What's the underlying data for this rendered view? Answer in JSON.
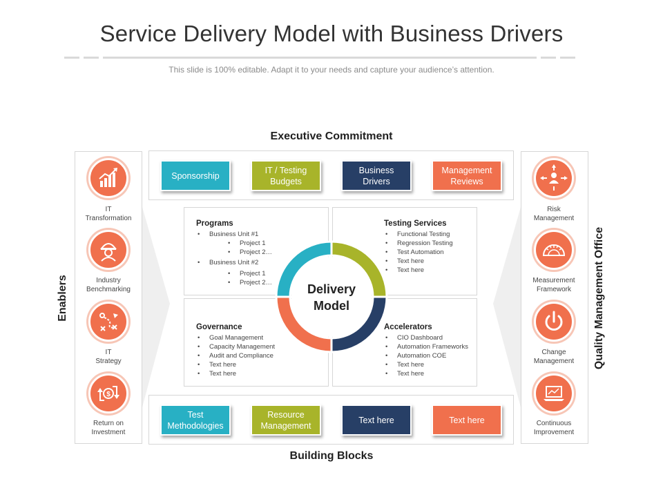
{
  "header": {
    "title": "Service Delivery Model with Business Drivers",
    "subtitle": "This slide is 100% editable. Adapt it to your needs and capture your audience’s attention."
  },
  "top": {
    "label": "Executive Commitment",
    "tiles": [
      "Sponsorship",
      "IT / Testing\nBudgets",
      "Business\nDrivers",
      "Management\nReviews"
    ]
  },
  "bottom": {
    "label": "Building Blocks",
    "tiles": [
      "Test\nMethodologies",
      "Resource\nManagement",
      "Text here",
      "Text here"
    ]
  },
  "left": {
    "label": "Enablers",
    "items": [
      {
        "label": "IT\nTransformation",
        "icon": "growth-chart-icon"
      },
      {
        "label": "Industry\nBenchmarking",
        "icon": "engineer-icon"
      },
      {
        "label": "IT\nStrategy",
        "icon": "strategy-icon"
      },
      {
        "label": "Return on\nInvestment",
        "icon": "dollar-exchange-icon"
      }
    ]
  },
  "right": {
    "label": "Quality Management Office",
    "items": [
      {
        "label": "Risk\nManagement",
        "icon": "person-arrows-icon"
      },
      {
        "label": "Measurement\nFramework",
        "icon": "protractor-icon"
      },
      {
        "label": "Change\nManagement",
        "icon": "power-icon"
      },
      {
        "label": "Continuous\nImprovement",
        "icon": "laptop-chart-icon"
      }
    ]
  },
  "center": {
    "title_line1": "Delivery",
    "title_line2": "Model",
    "programs": {
      "title": "Programs",
      "unit1": "Business Unit #1",
      "unit1_projects": [
        "Project 1",
        "Project 2…"
      ],
      "unit2": "Business Unit #2",
      "unit2_projects": [
        "Project 1",
        "Project 2…"
      ]
    },
    "testing": {
      "title": "Testing Services",
      "items": [
        "Functional Testing",
        "Regression Testing",
        "Test Automation",
        "Text here",
        "Text here"
      ]
    },
    "governance": {
      "title": "Governance",
      "items": [
        "Goal Management",
        "Capacity Management",
        "Audit and Compliance",
        "Text here",
        "Text here"
      ]
    },
    "accelerators": {
      "title": "Accelerators",
      "items": [
        "CIO Dashboard",
        "Automation Frameworks",
        "Automation COE",
        "Text here",
        "Text here"
      ]
    }
  },
  "colors": {
    "teal": "#28b0c4",
    "olive": "#a8b42a",
    "navy": "#273f66",
    "coral": "#f0704d"
  }
}
